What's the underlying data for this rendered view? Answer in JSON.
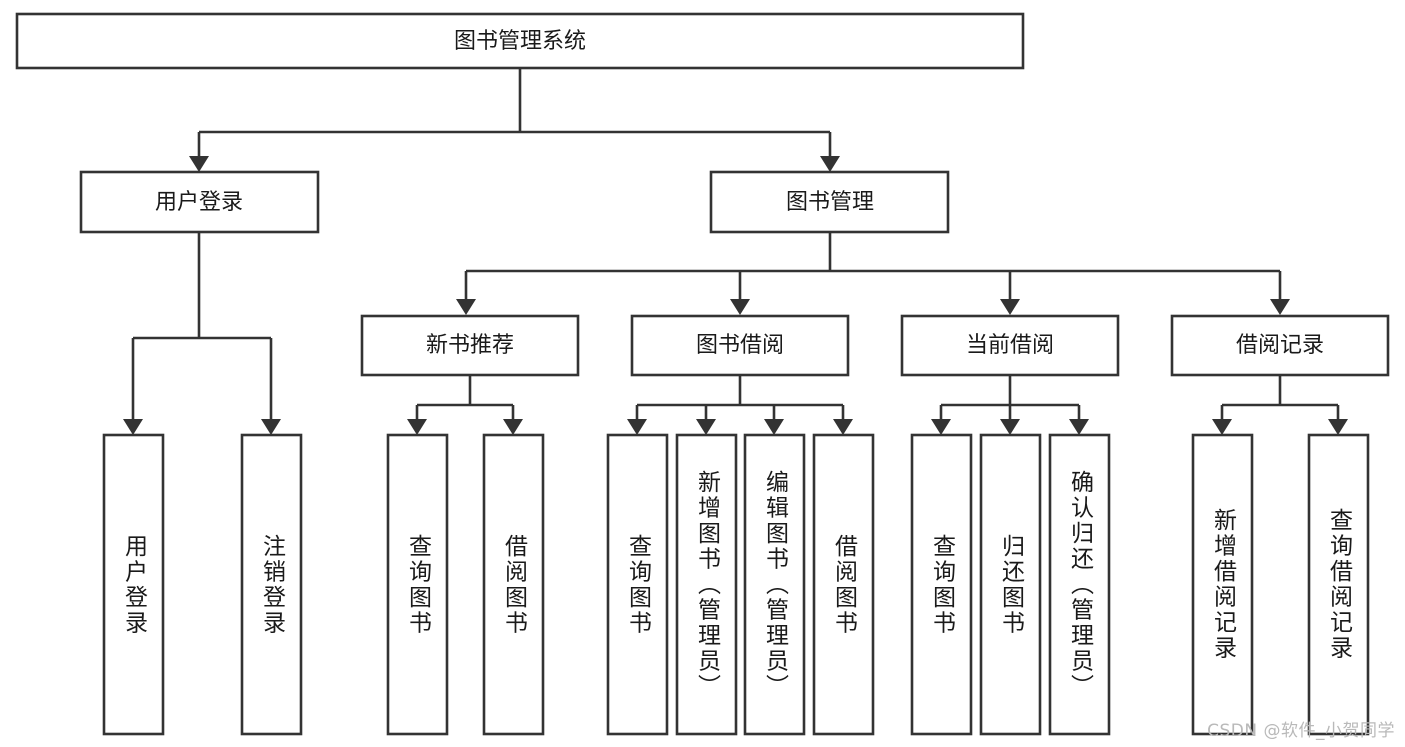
{
  "diagram": {
    "type": "tree-hierarchy",
    "title": "图书管理系统",
    "orientation": "top-down",
    "colors": {
      "box_stroke": "#333333",
      "box_fill": "#ffffff",
      "text": "#1a1a1a",
      "background": "#ffffff",
      "watermark": "#b9b9b9"
    },
    "root": {
      "label": "图书管理系统"
    },
    "level2": [
      {
        "label": "用户登录"
      },
      {
        "label": "图书管理"
      }
    ],
    "level3": [
      {
        "label": "新书推荐"
      },
      {
        "label": "图书借阅"
      },
      {
        "label": "当前借阅"
      },
      {
        "label": "借阅记录"
      }
    ],
    "leaves": {
      "user_login": [
        {
          "label": "用户登录"
        },
        {
          "label": "注销登录"
        }
      ],
      "new_book_recommend": [
        {
          "label": "查询图书"
        },
        {
          "label": "借阅图书"
        }
      ],
      "book_borrow": [
        {
          "label": "查询图书"
        },
        {
          "label": "新增图书（管理员）"
        },
        {
          "label": "编辑图书（管理员）"
        },
        {
          "label": "借阅图书"
        }
      ],
      "current_borrow": [
        {
          "label": "查询图书"
        },
        {
          "label": "归还图书"
        },
        {
          "label": "确认归还（管理员）"
        }
      ],
      "borrow_record": [
        {
          "label": "新增借阅记录"
        },
        {
          "label": "查询借阅记录"
        }
      ]
    }
  },
  "watermark": {
    "text": "CSDN @软件_小贺同学"
  }
}
